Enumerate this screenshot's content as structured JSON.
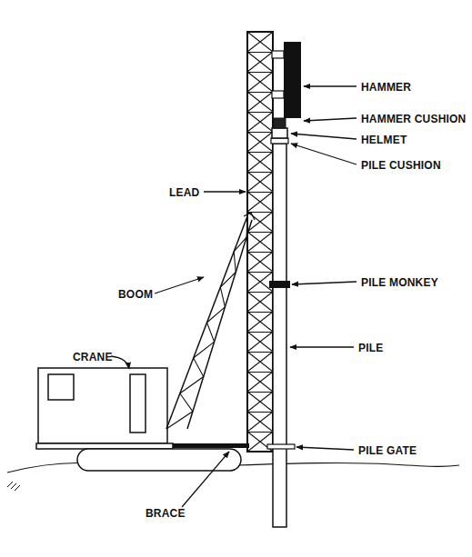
{
  "diagram": {
    "labels": [
      "HAMMER",
      "HAMMER CUSHION",
      "HELMET",
      "PILE CUSHION",
      "LEAD",
      "PILE MONKEY",
      "BOOM",
      "PILE",
      "CRANE",
      "PILE GATE",
      "BRACE"
    ]
  }
}
